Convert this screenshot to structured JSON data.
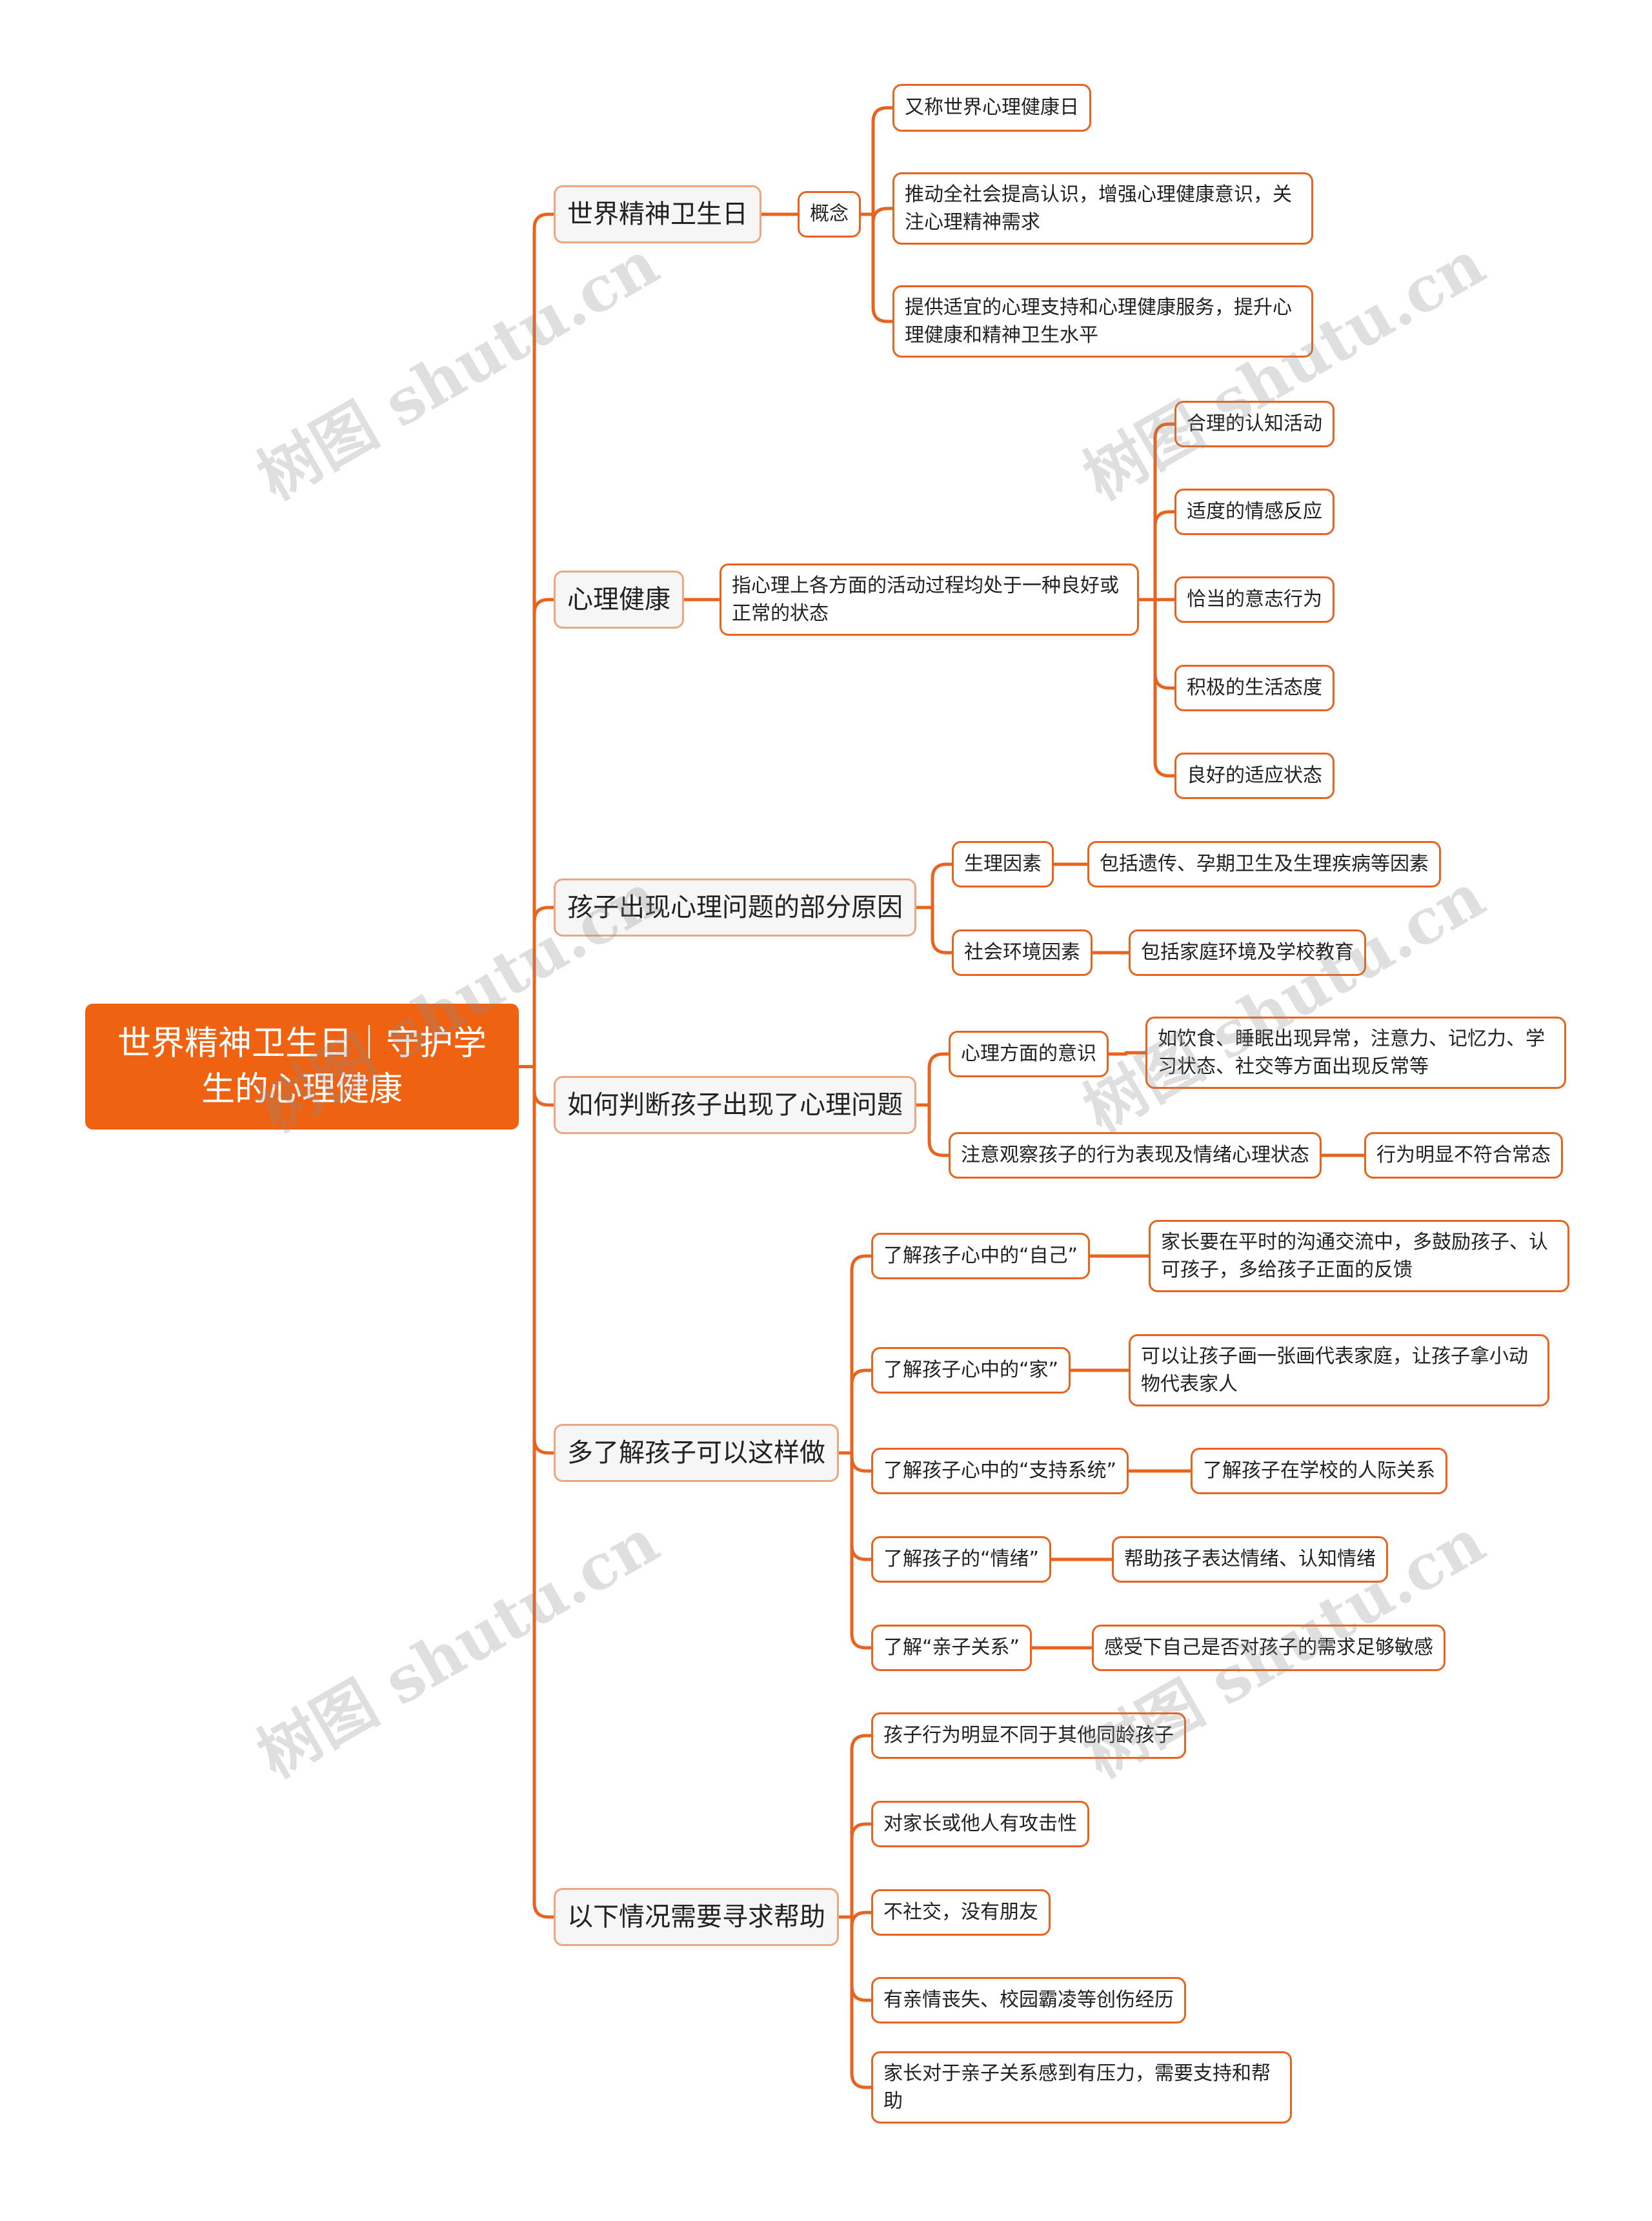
{
  "colors": {
    "accent": "#ee6212",
    "line": "#e8631e",
    "l1_fill": "#f6f6f6"
  },
  "watermark": "树图 shutu.cn",
  "root": {
    "title": "世界精神卫生日｜守护学生的心理健康"
  },
  "branches": [
    {
      "label": "世界精神卫生日"
    },
    {
      "label": "心理健康"
    },
    {
      "label": "孩子出现心理问题的部分原因"
    },
    {
      "label": "如何判断孩子出现了心理问题"
    },
    {
      "label": "多了解孩子可以这样做"
    },
    {
      "label": "以下情况需要寻求帮助"
    }
  ],
  "nodes": {
    "concept": "概念",
    "concept_1": "又称世界心理健康日",
    "concept_2": "推动全社会提高认识，增强心理健康意识，关注心理精神需求",
    "concept_3": "提供适宜的心理支持和心理健康服务，提升心理健康和精神卫生水平",
    "health_def": "指心理上各方面的活动过程均处于一种良好或正常的状态",
    "health_1": "合理的认知活动",
    "health_2": "适度的情感反应",
    "health_3": "恰当的意志行为",
    "health_4": "积极的生活态度",
    "health_5": "良好的适应状态",
    "cause_1": "生理因素",
    "cause_1_d": "包括遗传、孕期卫生及生理疾病等因素",
    "cause_2": "社会环境因素",
    "cause_2_d": "包括家庭环境及学校教育",
    "judge_1": "心理方面的意识",
    "judge_1_d": "如饮食、睡眠出现异常，注意力、记忆力、学习状态、社交等方面出现反常等",
    "judge_2": "注意观察孩子的行为表现及情绪心理状态",
    "judge_2_d": "行为明显不符合常态",
    "know_1": "了解孩子心中的“自己”",
    "know_1_d": "家长要在平时的沟通交流中，多鼓励孩子、认可孩子，多给孩子正面的反馈",
    "know_2": "了解孩子心中的“家”",
    "know_2_d": "可以让孩子画一张画代表家庭，让孩子拿小动物代表家人",
    "know_3": "了解孩子心中的“支持系统”",
    "know_3_d": "了解孩子在学校的人际关系",
    "know_4": "了解孩子的“情绪”",
    "know_4_d": "帮助孩子表达情绪、认知情绪",
    "know_5": "了解“亲子关系”",
    "know_5_d": "感受下自己是否对孩子的需求足够敏感",
    "help_1": "孩子行为明显不同于其他同龄孩子",
    "help_2": "对家长或他人有攻击性",
    "help_3": "不社交，没有朋友",
    "help_4": "有亲情丧失、校园霸凌等创伤经历",
    "help_5": "家长对于亲子关系感到有压力，需要支持和帮助"
  }
}
